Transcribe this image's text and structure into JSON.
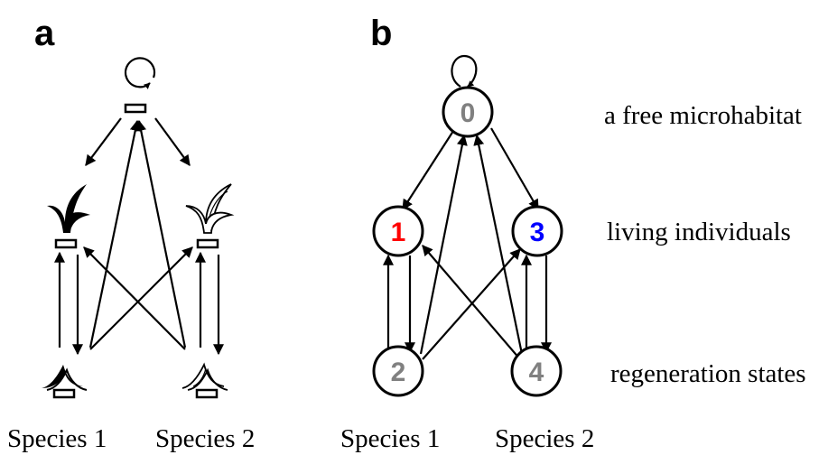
{
  "panels": {
    "a": {
      "letter": "a"
    },
    "b": {
      "letter": "b"
    }
  },
  "species_labels": {
    "a_left": "Species 1",
    "a_right": "Species 2",
    "b_left": "Species 1",
    "b_right": "Species 2"
  },
  "row_labels": {
    "free": "a free microhabitat",
    "living": "living individuals",
    "regeneration": "regeneration states"
  },
  "nodes": [
    {
      "id": "0",
      "label": "0",
      "color": "#808080"
    },
    {
      "id": "1",
      "label": "1",
      "color": "#ff0000"
    },
    {
      "id": "2",
      "label": "2",
      "color": "#808080"
    },
    {
      "id": "3",
      "label": "3",
      "color": "#0000ff"
    },
    {
      "id": "4",
      "label": "4",
      "color": "#808080"
    }
  ],
  "icons": {
    "free_microhabitat": "empty-microhabitat-icon",
    "species1_adult": "black-plant-icon",
    "species2_adult": "outline-plant-icon",
    "species1_seedling": "black-sprout-icon",
    "species2_seedling": "outline-sprout-icon"
  }
}
